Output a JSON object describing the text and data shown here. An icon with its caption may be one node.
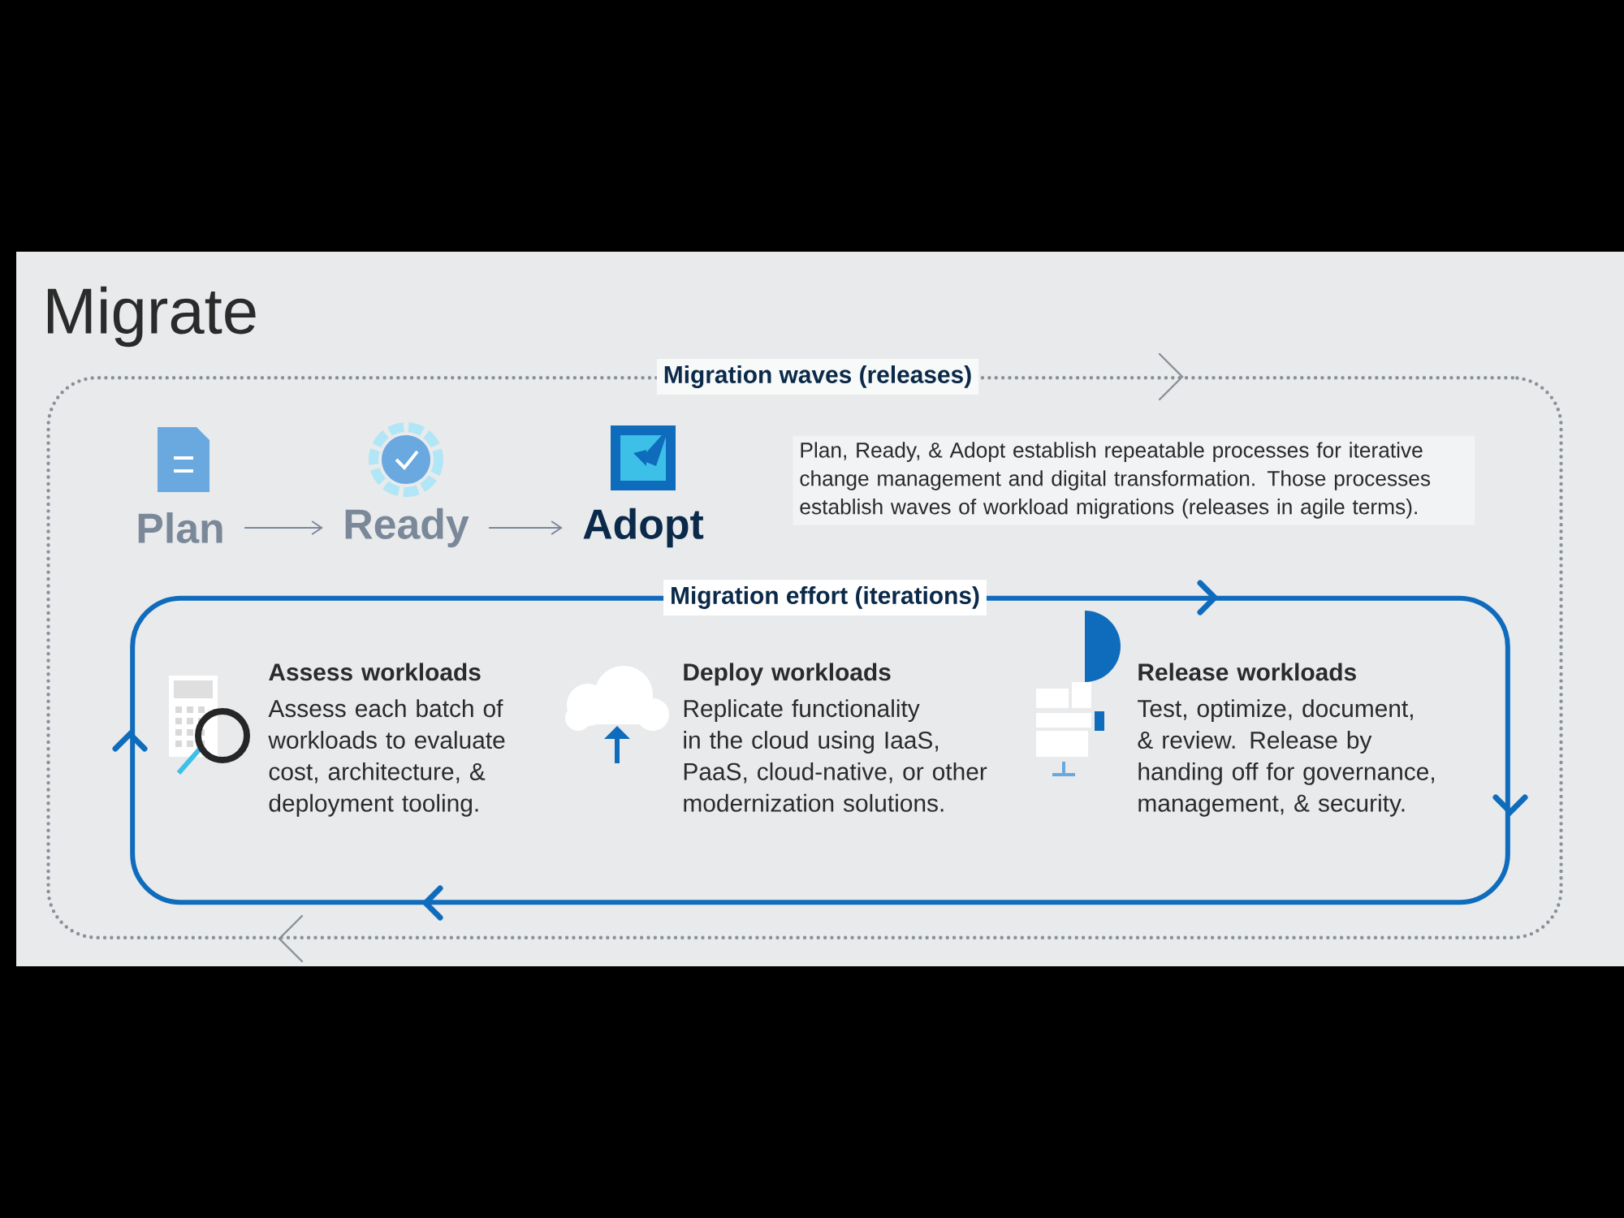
{
  "diagram": {
    "title": "Migrate",
    "nodes": [
      {
        "text": [
          "Migration waves (releases)"
        ]
      },
      {
        "text": [
          "Plan"
        ],
        "in": 0
      },
      {
        "text": [
          "Ready"
        ],
        "in": 0
      },
      {
        "text": [
          "Adopt"
        ],
        "in": 0
      },
      {
        "text": [
          "Migration effort (iterations)"
        ],
        "in": 0
      },
      {
        "text": [
          "Assess workloads",
          "Assess each batch of workloads to evaluate cost, architecture, & deployment tooling."
        ],
        "in": 4
      },
      {
        "text": [
          "Deploy workloads",
          "Replicate functionality in the cloud using IaaS, PaaS, cloud-native, or other modernization solutions."
        ],
        "in": 4
      },
      {
        "text": [
          "Release workloads",
          "Test, optimize, document, & review. Release by handing off for governance, management, & security."
        ],
        "in": 4
      }
    ],
    "edges": [
      {
        "from": 1,
        "to": 2,
        "arrow": "to"
      },
      {
        "from": 2,
        "to": 3,
        "arrow": "to"
      }
    ],
    "labels": [
      "Plan, Ready, & Adopt establish repeatable processes for iterative change management and digital transformation. Those processes establish waves of workload migrations (releases in agile terms)."
    ]
  }
}
